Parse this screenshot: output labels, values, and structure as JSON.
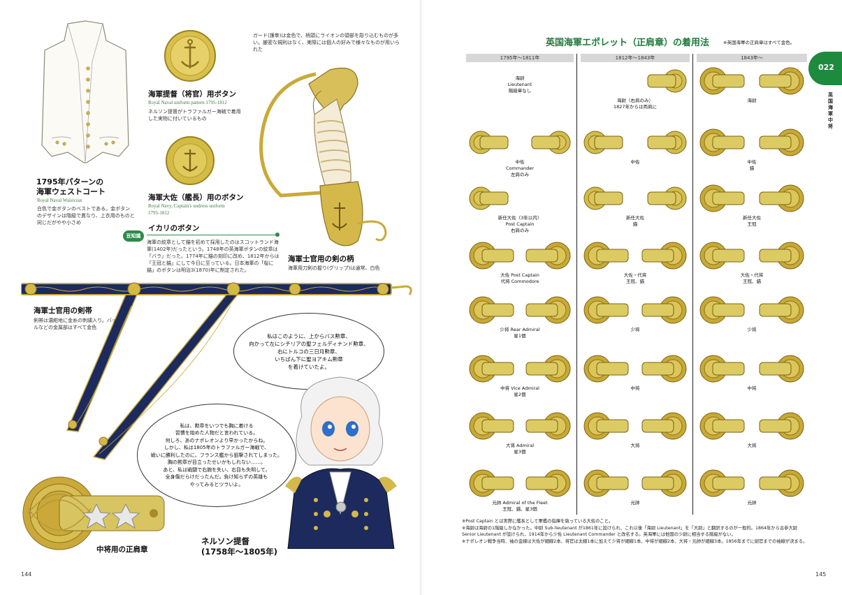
{
  "left_page": {
    "waistcoat": {
      "title_line1": "1795年パターンの",
      "title_line2": "海軍ウェストコート",
      "subtitle": "Royal Naval Waistcoat",
      "desc": "白色で金ボタンのベストである。金ボタンのデザインは階級で異なり、上衣用のものと同じだがやや小さめ"
    },
    "button_admiral": {
      "title": "海軍提督（将官）用ボタン",
      "subtitle": "Royal Naval uniform pattern 1795-1812",
      "desc": "ネルソン提督がトラファルガー海戦で着用した実物に付いているもの"
    },
    "button_captain": {
      "title": "海軍大佐（艦長）用のボタン",
      "subtitle1": "Royal Navy, Captain's undress uniform",
      "subtitle2": "1795-1812"
    },
    "sword_note": "ガード(護拳)は金色で、柄頭にライオンの頭部を彫り込むものが多い。厳密な規則はなく、実際には個人の好みで様々なものが用いられた",
    "trivia": {
      "badge": "豆知識",
      "title": "イカリのボタン",
      "body": "海軍の紋章として錨を初めて採用したのはスコットランド海軍(1402年)だったという。1748年の英海軍ボタンの紋章は「バラ」だった。1774年に錨の刻印に改め、1812年からは「王冠と錨」にして今日に至っている。日本海軍の「桜に錨」のボタンは明治3(1870)年に制定された。"
    },
    "sword_hilt": {
      "title": "海軍士官用の剣の柄",
      "desc": "海軍用刀剣の握り(グリップ)は通常、白色"
    },
    "sword_belt": {
      "title": "海軍士官用の剣帯",
      "desc": "剣帯は濃紺地に金糸の刺繍入り。バックルなどの金属部はすべて金色"
    },
    "bubble_top": "私はこのように、上からバス勲章、\n向かって左にシチリアの聖フェルディナンド勲章、\n右にトルコの三日月勲章、\nいちばん下に聖ヨアキム勲章\nを着けていたよ。",
    "bubble_bottom": "私は、勲章をいつでも胸に着ける\n習慣を始めた人物だと言われている。\n何しろ、あのナポレオンより早かったからね。\nしかし、私は1805年のトラファルガー海戦で、\n戦いに勝利したのに、フランス艦から狙撃されてしまった。\n胸の勲章が目立ったせいかもしれない……。\nあと、私は戦闘で右腕を失い、右目も失明して、\n全身傷だらけだったんだ。負け知らずの英雄も\nやってみるとツラいよ。",
    "epaulette_caption": "中将用の正肩章",
    "nelson_title_line1": "ネルソン提督",
    "nelson_title_line2": "(1758年〜1805年)",
    "page_number": "144"
  },
  "right_page": {
    "title": "英国海軍エポレット（正肩章）の着用法",
    "title_note": "※英国海軍の正肩章はすべて金色。",
    "chapter_number": "022",
    "side_tab": "英国海軍中将",
    "columns": [
      "1795年〜1811年",
      "1812年〜1843年",
      "1843年〜"
    ],
    "rows": [
      {
        "c1": "海尉\nLieutenant\n階級章なし",
        "c2": "海尉（右肩のみ）\n1827年からは両肩に",
        "c3": "海尉"
      },
      {
        "c1": "中佐\nCommander\n左肩のみ",
        "c2": "中佐",
        "c3": "中佐\n錨"
      },
      {
        "c1": "新任大佐（3年以内）\nPost Captain\n右肩のみ",
        "c2": "新任大佐\n錨",
        "c3": "新任大佐\n王冠"
      },
      {
        "c1": "大佐 Post Captain\n代将 Commodore",
        "c2": "大佐・代将\n王冠、錨",
        "c3": "大佐・代将\n王冠、錨"
      },
      {
        "c1": "少将 Rear Admiral\n星1個",
        "c2": "少将",
        "c3": "少将"
      },
      {
        "c1": "中将 Vice Admiral\n星2個",
        "c2": "中将",
        "c3": "中将"
      },
      {
        "c1": "大将 Admiral\n星3個",
        "c2": "大将",
        "c3": "大将"
      },
      {
        "c1": "元帥 Admiral of the Fleet\n王冠、錨、星3個",
        "c2": "元帥",
        "c3": "元帥"
      }
    ],
    "notes": [
      "※Post Captain とは実際に艦長として軍艦の指揮を執っている大佐のこと。",
      "※海尉は海尉の1階級しかなかった。中尉 Sub-lieutenant が1861年に設けられ、これ以後「海尉 Lieutenant」を「大尉」と翻訳するのが一般的。1864年から古参大尉 Senior Lieutenant が設けられ、1914年から少佐 Lieutenant Commander と改名する。英海軍には他国の少尉に相当する階級がない。",
      "※ナポレオン戦争当時、袖の金線は大佐が細線2本、将官は太線1本に加えて少将が細線1本、中将が細線2本、大将・元帥が細線3本。1856年までに尉官までの袖線が決まる。"
    ],
    "page_number": "145"
  },
  "colors": {
    "accent_green": "#1e8a3e",
    "gold": "#c9b238",
    "navy": "#1c2a5e"
  }
}
